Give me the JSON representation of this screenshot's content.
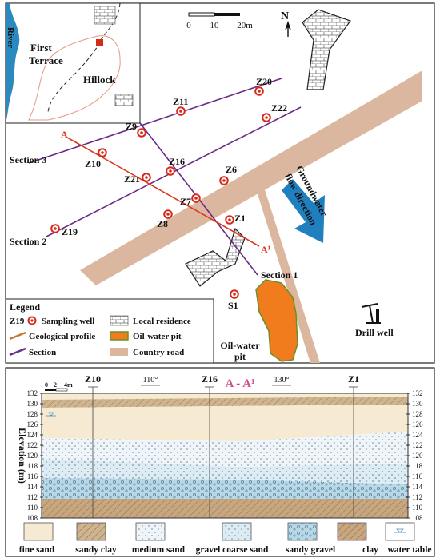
{
  "map": {
    "scale_labels": [
      "0",
      "10",
      "20m"
    ],
    "north_label": "N",
    "inset": {
      "river_label": "River",
      "terrace_label": "First\nTerrace",
      "terrace_line1": "First",
      "terrace_line2": "Terrace",
      "hillock_label": "Hillock"
    },
    "groundwater_label_line1": "Groundwater",
    "groundwater_label_line2": "flow direction",
    "wells": [
      "Z20",
      "Z11",
      "Z22",
      "Z9",
      "Z10",
      "Z16",
      "Z21",
      "Z6",
      "Z7",
      "Z8",
      "Z1",
      "Z19",
      "S1"
    ],
    "section_labels": [
      "Section 3",
      "Section 2",
      "Section 1"
    ],
    "profile_labels": [
      "A",
      "A¹"
    ],
    "oil_water_pit_line1": "Oil-water",
    "oil_water_pit_line2": "pit",
    "drill_well_label": "Drill well",
    "legend": {
      "title": "Legend",
      "items": [
        {
          "key": "Z19",
          "label": "Sampling well"
        },
        {
          "key": "",
          "label": "Local residence"
        },
        {
          "key": "",
          "label": "Geological profile"
        },
        {
          "key": "",
          "label": "Oil-water pit"
        },
        {
          "key": "",
          "label": "Section"
        },
        {
          "key": "",
          "label": "Country road"
        }
      ]
    }
  },
  "profile": {
    "title": "A - A¹",
    "y_axis_label": "Elevation (m)",
    "y_ticks": [
      "132",
      "130",
      "128",
      "126",
      "124",
      "122",
      "120",
      "118",
      "116",
      "114",
      "112",
      "110",
      "108"
    ],
    "well_labels": [
      "Z10",
      "Z16",
      "Z1"
    ],
    "angles": [
      "110°",
      "130°"
    ],
    "scale_labels": [
      "0",
      "2",
      "4m"
    ],
    "colors": {
      "fine_sand": "#f6ead2",
      "sandy_clay": "#cfb58f",
      "medium_sand": "#eef4f8",
      "gravel_coarse_sand": "#dcecf2",
      "sandy_gravel": "#b9d8e6",
      "clay": "#c8a67f"
    },
    "legend": [
      "fine sand",
      "sandy clay",
      "medium sand",
      "gravel coarse sand",
      "sandy gravel",
      "clay",
      "water table"
    ]
  }
}
